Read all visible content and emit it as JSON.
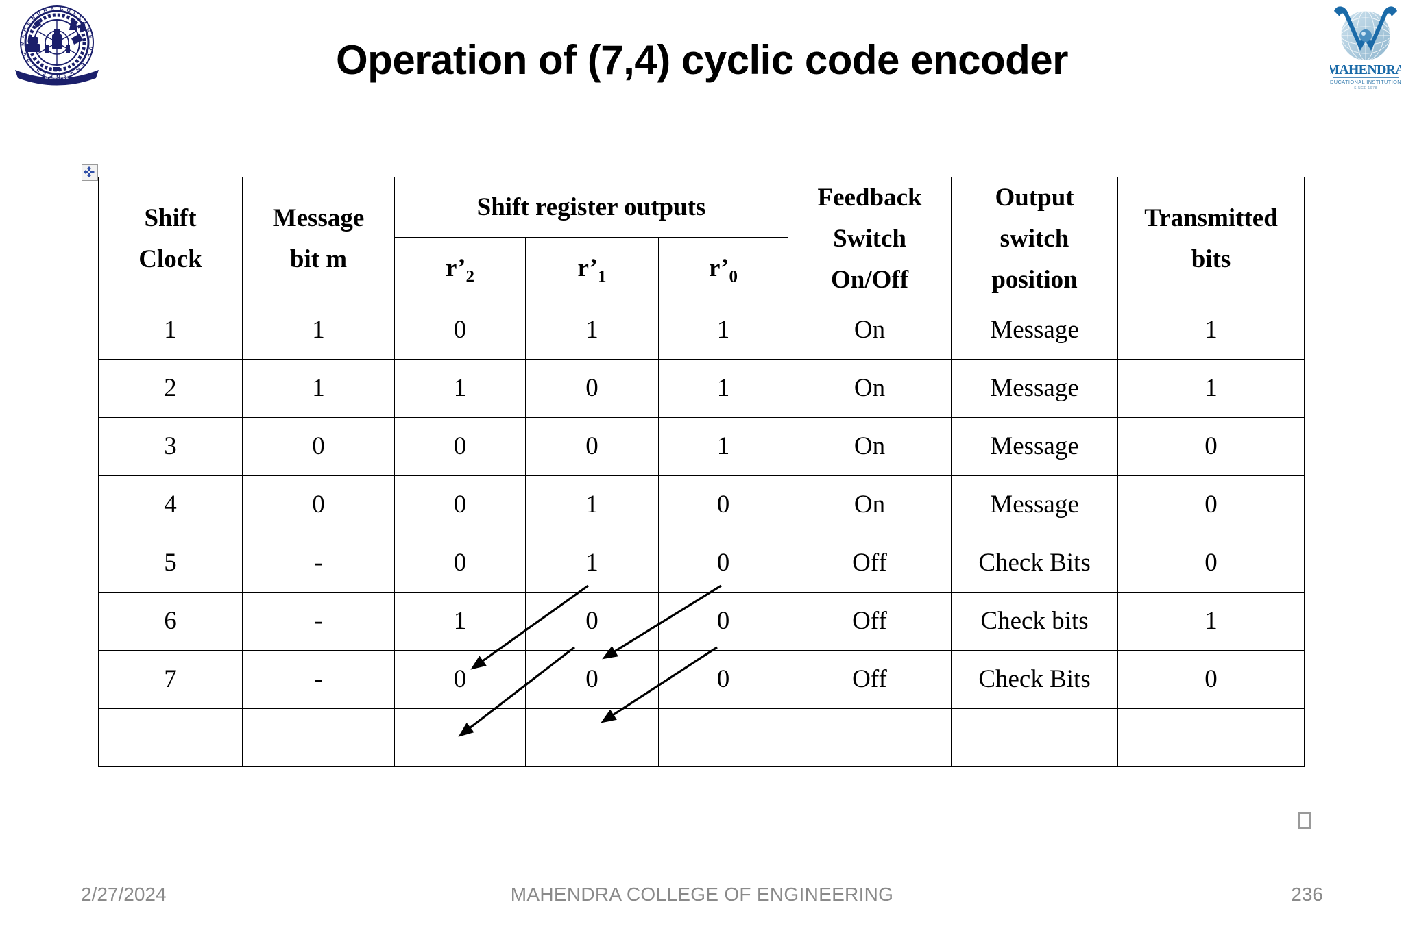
{
  "slide": {
    "title": "Operation of (7,4) cyclic code encoder"
  },
  "logos": {
    "left": {
      "name": "mahendra-college-of-engineering-seal",
      "ring_text": "MAHENDRA COLLEGE OF ENGINEERING",
      "color": "#1b1f6b"
    },
    "right": {
      "name": "mahendra-educational-institutions-logo",
      "wordmark": "MAHENDRA",
      "tagline": "EDUCATIONAL INSTITUTIONS",
      "since": "SINCE 1978",
      "color": "#1a6aa8"
    }
  },
  "table": {
    "group_header": "Shift register outputs",
    "headers": {
      "shift_clock": "Shift\nClock",
      "shift_clock_l1": "Shift",
      "shift_clock_l2": "Clock",
      "message_l1": "Message",
      "message_l2": "bit m",
      "r2": "r’",
      "r2_sub": "2",
      "r1": "r’",
      "r1_sub": "1",
      "r0": "r’",
      "r0_sub": "0",
      "feedback_l1": "Feedback",
      "feedback_l2": "Switch",
      "feedback_l3": "On/Off",
      "output_l1": "Output",
      "output_l2": "switch",
      "output_l3": "position",
      "transmitted_l1": "Transmitted",
      "transmitted_l2": "bits"
    },
    "rows": [
      {
        "clock": "1",
        "m": "1",
        "r2": "0",
        "r1": "1",
        "r0": "1",
        "feedback": "On",
        "output": "Message",
        "tx": "1"
      },
      {
        "clock": "2",
        "m": "1",
        "r2": "1",
        "r1": "0",
        "r0": "1",
        "feedback": "On",
        "output": "Message",
        "tx": "1"
      },
      {
        "clock": "3",
        "m": "0",
        "r2": "0",
        "r1": "0",
        "r0": "1",
        "feedback": "On",
        "output": "Message",
        "tx": "0"
      },
      {
        "clock": "4",
        "m": "0",
        "r2": "0",
        "r1": "1",
        "r0": "0",
        "feedback": "On",
        "output": "Message",
        "tx": "0"
      },
      {
        "clock": "5",
        "m": "-",
        "r2": "0",
        "r1": "1",
        "r0": "0",
        "feedback": "Off",
        "output": "Check Bits",
        "tx": "0"
      },
      {
        "clock": "6",
        "m": "-",
        "r2": "1",
        "r1": "0",
        "r0": "0",
        "feedback": "Off",
        "output": "Check bits",
        "tx": "1"
      },
      {
        "clock": "7",
        "m": "-",
        "r2": "0",
        "r1": "0",
        "r0": "0",
        "feedback": "Off",
        "output": "Check Bits",
        "tx": "0"
      }
    ],
    "annotations": {
      "description": "diagonal shift arrows from upper-right cell to lower-left cell",
      "arrows": [
        {
          "from": "row5.r1",
          "to": "row6.r2"
        },
        {
          "from": "row5.r0",
          "to": "row6.r1"
        },
        {
          "from": "row6.r1",
          "to": "row7.r2"
        },
        {
          "from": "row6.r0",
          "to": "row7.r1"
        }
      ]
    },
    "handles": {
      "move": "table-move-handle",
      "resize": "table-resize-handle"
    }
  },
  "footer": {
    "date": "2/27/2024",
    "center": "MAHENDRA COLLEGE OF ENGINEERING",
    "page": "236"
  }
}
